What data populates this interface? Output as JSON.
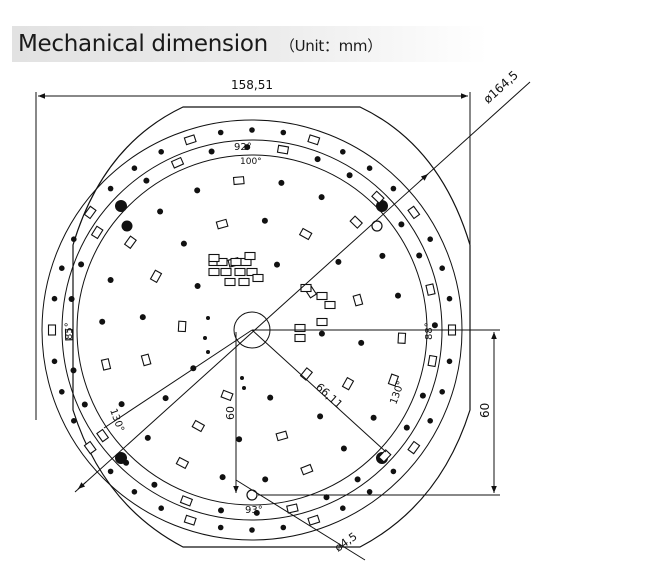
{
  "header": {
    "title": "Mechanical dimension",
    "unit": "（Unit：mm）"
  },
  "dimensions": {
    "overall_width": "158,51",
    "outer_diameter": "ø164,5",
    "hole_diameter": "ø4,5",
    "radius": "66,11",
    "offset_vertical": "60",
    "offset_right": "60"
  },
  "angles": {
    "top_outer": "92°",
    "top_inner": "100°",
    "left_outer": "85°",
    "right_outer": "88°",
    "left_lower": "130°",
    "right_lower": "130°",
    "bottom": "93°"
  }
}
